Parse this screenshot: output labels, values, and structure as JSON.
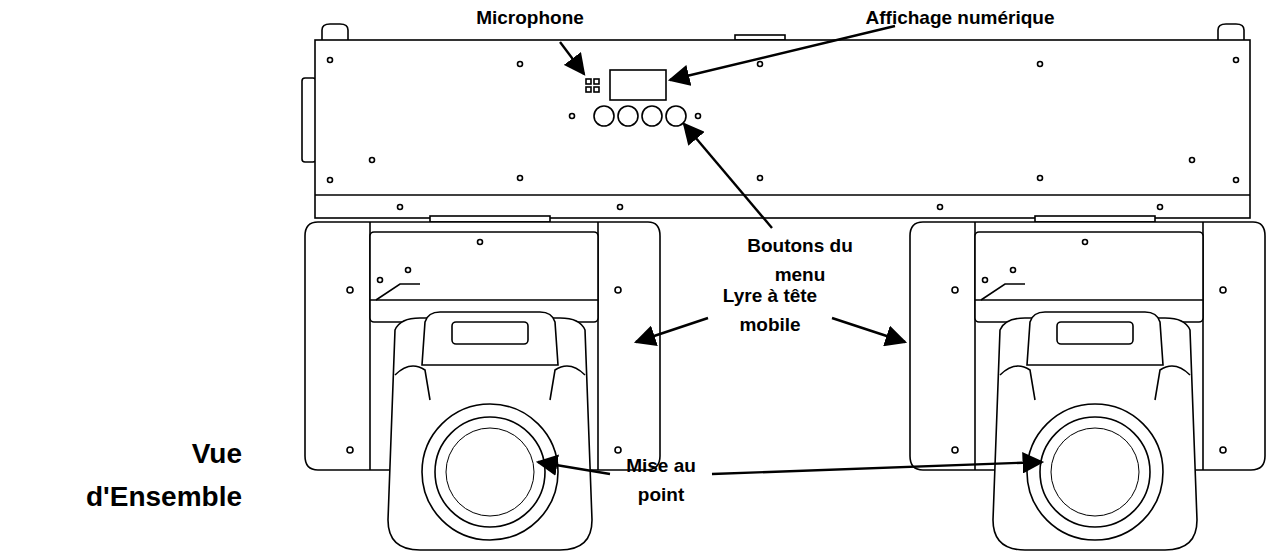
{
  "diagram": {
    "title": "Vue d'Ensemble",
    "labels": [
      "Microphone",
      "Affichage numérique",
      "Boutons du menu",
      "Lyre à tête mobile",
      "Mise au point"
    ]
  }
}
